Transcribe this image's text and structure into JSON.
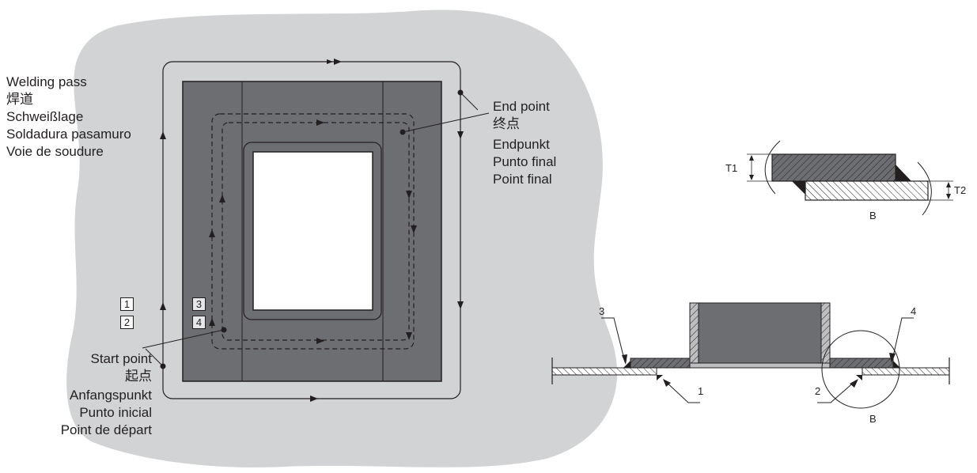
{
  "welding_pass": {
    "lines": [
      "Welding pass",
      "焊道",
      "Schweißlage",
      "Soldadura pasamuro",
      "Voie de soudure"
    ]
  },
  "end_point": {
    "lines": [
      "End point",
      "终点",
      "Endpunkt",
      "Punto final",
      "Point final"
    ]
  },
  "start_point": {
    "lines": [
      "Start point",
      "起点",
      "Anfangspunkt",
      "Punto inicial",
      "Point de départ"
    ]
  },
  "pass_markers": [
    "1",
    "2",
    "3",
    "4"
  ],
  "detail": {
    "t1": "T1",
    "t2": "T2",
    "b_detail": "B",
    "b_section": "B",
    "callouts": [
      "1",
      "2",
      "3",
      "4"
    ]
  },
  "colors": {
    "background_blob": "#d1d3d4",
    "plate_dark": "#6d6e71",
    "plate_light": "#bcbec0",
    "line": "#231f20"
  }
}
